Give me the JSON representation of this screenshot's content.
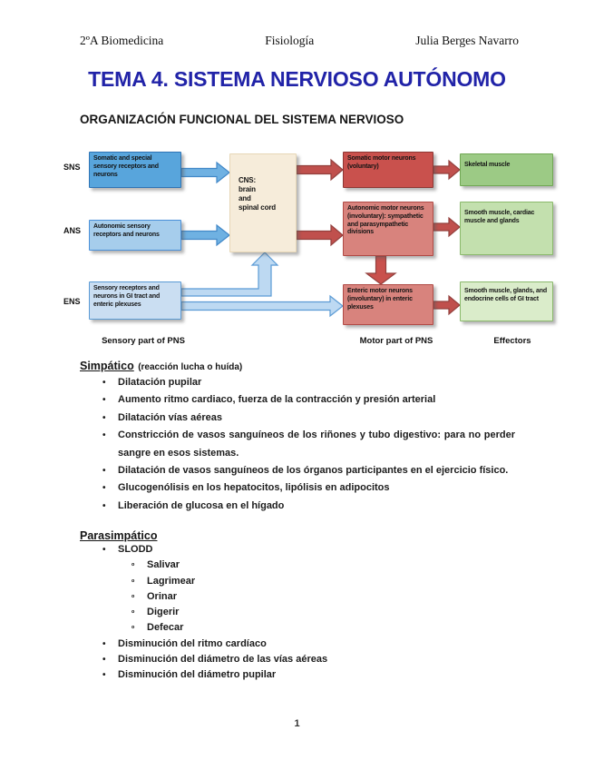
{
  "header": {
    "left": "2ºA Biomedicina",
    "center": "Fisiología",
    "right": "Julia Berges Navarro"
  },
  "title": "TEMA 4. SISTEMA NERVIOSO AUTÓNOMO",
  "section_heading": "ORGANIZACIÓN FUNCIONAL DEL SISTEMA NERVIOSO",
  "markers": {
    "dot": "•",
    "sub": "º"
  },
  "diagram": {
    "row_labels": [
      "SNS",
      "ANS",
      "ENS"
    ],
    "boxes": {
      "somatic_sensory": "Somatic and special sensory receptors and neurons",
      "autonomic_sensory": "Autonomic sensory receptors and neurons",
      "enteric_sensory": "Sensory receptors and neurons in GI tract and enteric plexuses",
      "cns": "CNS:\nbrain\nand\nspinal cord",
      "somatic_motor": "Somatic motor neurons (voluntary)",
      "autonomic_motor": "Autonomic motor neurons (involuntary): sympathetic and parasympathetic divisions",
      "enteric_motor": "Enteric motor neurons (involuntary) in enteric plexuses",
      "skeletal_muscle": "Skeletal muscle",
      "smooth_cardiac": "Smooth muscle, cardiac muscle and glands",
      "gi_effectors": "Smooth muscle, glands, and endocrine cells of GI tract"
    },
    "column_labels": [
      "Sensory part of PNS",
      "Motor part of PNS",
      "Effectors"
    ],
    "colors": {
      "blue_dark": "#58a5dc",
      "blue_mid": "#a6cdec",
      "blue_light": "#cadef2",
      "cns_beige": "#f6ecda",
      "red_dark": "#c9514d",
      "red_light": "#d8837d",
      "green_dark": "#9cca85",
      "green_mid": "#c3e0ae",
      "green_light": "#daecca",
      "arrow_blue": "#6fb1e2",
      "arrow_blue_light": "#bdd9f2",
      "arrow_red": "#c0504d",
      "title_blue": "#2123a8"
    }
  },
  "simpatico": {
    "heading": "Simpático",
    "note": "(reacción lucha o huída)",
    "items": [
      {
        "text": "Dilatación pupilar"
      },
      {
        "text": "Aumento ritmo cardiaco, fuerza de la contracción y presión arterial"
      },
      {
        "text": "Dilatación vías aéreas"
      },
      {
        "line1": "Constricción de vasos sanguíneos de los riñones y tubo digestivo: para no perder",
        "line2": "sangre en esos sistemas."
      },
      {
        "text": "Dilatación de vasos sanguíneos de los órganos participantes en el ejercicio físico."
      },
      {
        "text": "Glucogenólisis en los hepatocitos, lipólisis en adipocitos"
      },
      {
        "text": "Liberación de glucosa en el hígado"
      }
    ]
  },
  "parasimpatico": {
    "heading": "Parasimpático",
    "items": [
      {
        "text": "SLODD",
        "sub": [
          "Salivar",
          "Lagrimear",
          "Orinar",
          "Digerir",
          "Defecar"
        ]
      },
      {
        "text": "Disminución del ritmo cardíaco"
      },
      {
        "text": "Disminución del diámetro de las vías aéreas"
      },
      {
        "text": "Disminución del diámetro pupilar"
      }
    ]
  },
  "page_number": "1"
}
